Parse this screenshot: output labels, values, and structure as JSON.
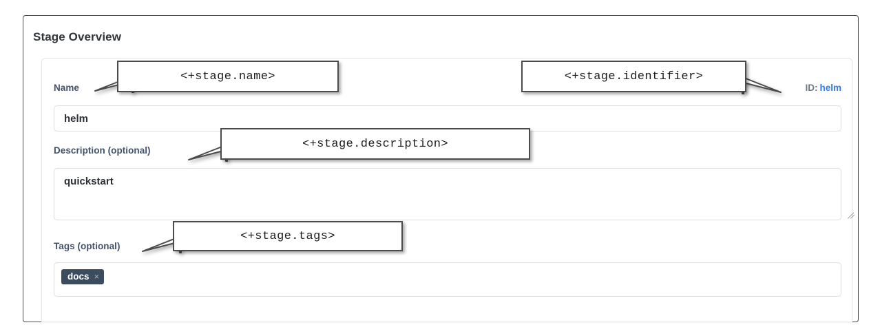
{
  "page": {
    "title": "Stage Overview"
  },
  "form": {
    "name": {
      "label": "Name",
      "value": "helm",
      "placeholder": ""
    },
    "identifier": {
      "key": "ID:",
      "value": "helm"
    },
    "description": {
      "label": "Description (optional)",
      "value": "quickstart",
      "placeholder": ""
    },
    "tags": {
      "label": "Tags (optional)",
      "chips": [
        {
          "label": "docs",
          "remove_icon": "×"
        }
      ]
    }
  },
  "annotations": [
    {
      "text": "<+stage.name>"
    },
    {
      "text": "<+stage.identifier>"
    },
    {
      "text": "<+stage.description>"
    },
    {
      "text": "<+stage.tags>"
    }
  ],
  "colors": {
    "accent_link": "#2f7bf6",
    "label": "#42526b",
    "chip_bg": "#3b4c5e",
    "frame_border": "#4a4a4a",
    "callout_border": "#4b4b4b"
  }
}
